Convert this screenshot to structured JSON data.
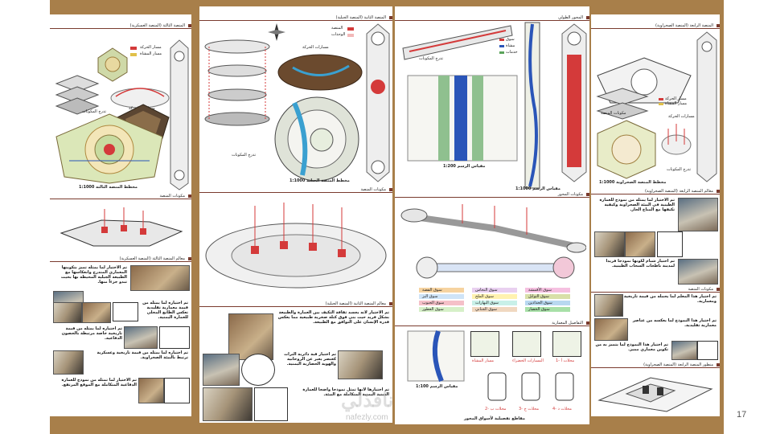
{
  "slide_number": "17",
  "watermark": "nafezly.com",
  "panel1": {
    "header_top": "المنصة الثالثة (المنصة العسكرية)",
    "legend_1": "مسار الحركة",
    "legend_2": "مسار المشاة",
    "sketch_label": "مسارات الحركة",
    "layers_label": "تدرج المكونات",
    "plan_title": "مخطط المنصة الثالثة 1:1000",
    "header_components": "مكونات المنصة",
    "header_identity": "معالم المنصة الثالثة (المنصة العسكرية)",
    "text_1": "تم الاختيار لما يمثله تميز بتكوينها المعماري المتدرج وانعكاسها مع الطبيعة الجبلية المحيطة بها بحيث تبدو جزءاً منها.",
    "text_2": "تم اختياره لما يمثله من قيمة معمارية تقليدية تعكس الطابع المحلي للعمارة اليمنية.",
    "text_3": "تم اختياره لما يمثله من قيمة تاريخية خاصة مرتبطة بالحصون الدفاعية.",
    "text_4": "تم اختياره لما يمثله من قيمة تاريخية وعسكرية ترتبط بالبيئة الصحراوية.",
    "text_5": "تم الاختيار لما تمثله من نموذج للعمارة الدفاعية المتكاملة مع الموقع المرتفع."
  },
  "panel2": {
    "header_top": "المنصة الثانية (المنصة الجبلية)",
    "legend_1": "المنصة",
    "legend_2": "الوحدات",
    "sketch_label": "مسارات الحركة",
    "layers_label": "تدرج المكونات",
    "plan_title": "مخطط المنصة الجبلية 1:1000",
    "header_components": "مكونات المنصة",
    "header_identity": "معالم المنصة الثانية (المنصة الجبلية)",
    "text_1": "تم الاختيار لانه يجسد ثقافة التكيف بين العمارة والطبيعة بشكل فريد حيث بني فوق كتلة صخرية طبيعية مما يعكس قدرة الإنسان على التوافق مع الطبيعة.",
    "text_2": "تم اختيار قبة دائرية التراث كعنصر يعبر عن الروحانية والهوية الحضارية اليمنية.",
    "text_3": "تم اختيارها لأنها تمثل نموذجا واضحا للعمارة الدينية اليمنية المتكاملة مع البيئة."
  },
  "panel3": {
    "header_top": "المحور الطولي",
    "legend_1": "سوق",
    "legend_2": "مشاة",
    "legend_3": "خدمات",
    "sketch_label": "تدرج المكونات",
    "scale_1": "مقياس الرسم 1:200",
    "scale_2": "مقياس الرسم 1:1000",
    "header_components": "مكونات المحور",
    "market_legend": [
      "سوق الفضة",
      "سوق البز",
      "سوق الحبوب",
      "سوق العطور",
      "سوق النحاس",
      "سوق الملح",
      "سوق البهارات",
      "سوق الجنابي",
      "سوق الأقمشة",
      "سوق التوابل",
      "سوق الحدادين",
      "سوق الخضار"
    ],
    "header_details": "التفاصيل المعمارية",
    "detail_labels": [
      "مسار المشاة",
      "المسارات الخضراء",
      "1- محلات أ"
    ],
    "detail_scale": "مقياس الرسم 1:100",
    "detail_sub": [
      "2- محلات ب",
      "3- محلات ج",
      "4- محلات د"
    ],
    "bottom_note": "مقاطع تفصيلية لأسواق المحور"
  },
  "panel4": {
    "header_top": "المنصة الرابعة (المنصة الصحراوية)",
    "legend_1": "مسار الحركة",
    "legend_2": "مسار المشاة",
    "layers_label": "مكونات المنصة",
    "sketch_label": "مسارات الحركة",
    "layers_label_2": "تدرج المكونات",
    "plan_title": "مخطط المنصة الصحراوية 1:1000",
    "header_identity": "معالم المنصة الرابعة (المنصة الصحراوية)",
    "header_components": "مكونات المنصة",
    "text_1": "تم الاختيار لما يمثله من نموذج للعمارة الطينية في البيئة الصحراوية وكيفية تكيفها مع المناخ الحار.",
    "text_2": "تم اختيار شبام لكونها نموذجا فريدا لمدينة ناطحات السحاب الطينية.",
    "text_3": "تم اختيار هذا المعلم لما يحمله من قيمة تاريخية ومعمارية.",
    "text_4": "تم اختيار هذا النموذج لما يعكسه من عناصر معمارية تقليدية.",
    "text_5": "تم اختيار هذا النموذج لما يتميز به من تكوين معماري مميز.",
    "header_bottom": "منظور المنصة الرابعة (المنصة الصحراوية)"
  },
  "colors": {
    "background": "#a87f4a",
    "accent": "#7a3b2e",
    "red": "#d43a3a",
    "blue": "#2a55b8",
    "green": "#5aa35a"
  }
}
